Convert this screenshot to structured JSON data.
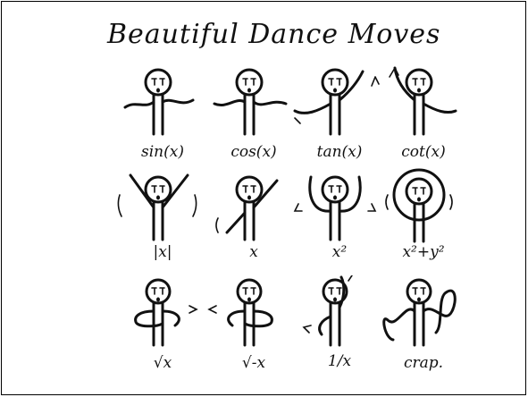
{
  "title": "Beautiful Dance Moves",
  "moves": [
    {
      "label": "sin(x)"
    },
    {
      "label": "cos(x)"
    },
    {
      "label": "tan(x)"
    },
    {
      "label": "cot(x)"
    },
    {
      "label": "|x|"
    },
    {
      "label": "x"
    },
    {
      "label": "x²"
    },
    {
      "label": "x²+y²"
    },
    {
      "label": "√x"
    },
    {
      "label": "√-x"
    },
    {
      "label": "1/x"
    },
    {
      "label": "crap."
    }
  ],
  "icons": [
    "stick-figure-dancer-icon"
  ],
  "colors": {
    "ink": "#111111",
    "background": "#ffffff"
  }
}
